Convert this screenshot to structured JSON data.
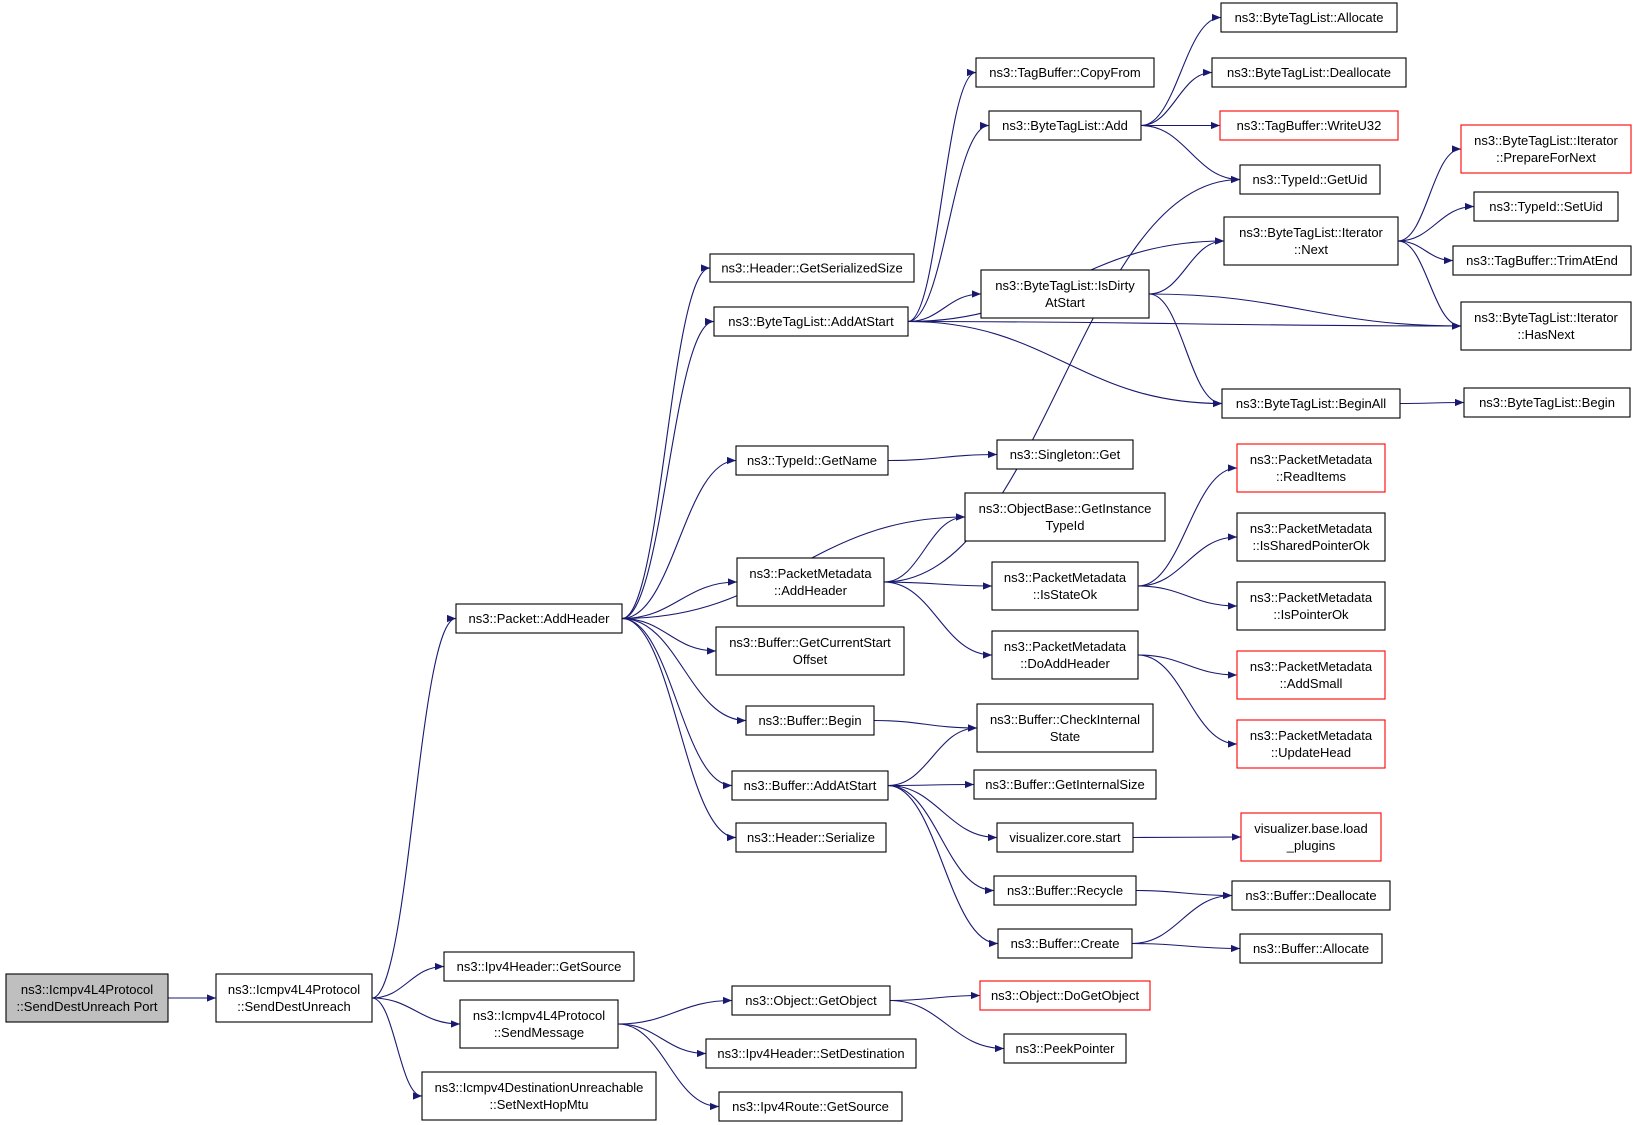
{
  "nodes": [
    {
      "id": "root",
      "lines": [
        "ns3::Icmpv4L4Protocol",
        "::SendDestUnreach Port"
      ],
      "style": "root"
    },
    {
      "id": "sdu",
      "lines": [
        "ns3::Icmpv4L4Protocol",
        "::SendDestUnreach"
      ]
    },
    {
      "id": "addHeader",
      "lines": [
        "ns3::Packet::AddHeader"
      ]
    },
    {
      "id": "ipv4GetSource",
      "lines": [
        "ns3::Ipv4Header::GetSource"
      ]
    },
    {
      "id": "sendMessage",
      "lines": [
        "ns3::Icmpv4L4Protocol",
        "::SendMessage"
      ]
    },
    {
      "id": "setNextHopMtu",
      "lines": [
        "ns3::Icmpv4DestinationUnreachable",
        "::SetNextHopMtu"
      ]
    },
    {
      "id": "hdrGetSerSize",
      "lines": [
        "ns3::Header::GetSerializedSize"
      ]
    },
    {
      "id": "btlAddAtStart",
      "lines": [
        "ns3::ByteTagList::AddAtStart"
      ]
    },
    {
      "id": "typeIdGetName",
      "lines": [
        "ns3::TypeId::GetName"
      ]
    },
    {
      "id": "pmAddHeader",
      "lines": [
        "ns3::PacketMetadata",
        "::AddHeader"
      ]
    },
    {
      "id": "bufGetCurStart",
      "lines": [
        "ns3::Buffer::GetCurrentStart",
        "Offset"
      ]
    },
    {
      "id": "bufBegin",
      "lines": [
        "ns3::Buffer::Begin"
      ]
    },
    {
      "id": "bufAddAtStart",
      "lines": [
        "ns3::Buffer::AddAtStart"
      ]
    },
    {
      "id": "hdrSerialize",
      "lines": [
        "ns3::Header::Serialize"
      ]
    },
    {
      "id": "objGetObject",
      "lines": [
        "ns3::Object::GetObject"
      ]
    },
    {
      "id": "ipv4SetDest",
      "lines": [
        "ns3::Ipv4Header::SetDestination"
      ]
    },
    {
      "id": "routeGetSource",
      "lines": [
        "ns3::Ipv4Route::GetSource"
      ]
    },
    {
      "id": "tbCopyFrom",
      "lines": [
        "ns3::TagBuffer::CopyFrom"
      ]
    },
    {
      "id": "btlAdd",
      "lines": [
        "ns3::ByteTagList::Add"
      ]
    },
    {
      "id": "btlIsDirty",
      "lines": [
        "ns3::ByteTagList::IsDirty",
        "AtStart"
      ]
    },
    {
      "id": "singletonGet",
      "lines": [
        "ns3::Singleton::Get"
      ]
    },
    {
      "id": "objBaseGetInst",
      "lines": [
        "ns3::ObjectBase::GetInstance",
        "TypeId"
      ]
    },
    {
      "id": "pmIsStateOk",
      "lines": [
        "ns3::PacketMetadata",
        "::IsStateOk"
      ]
    },
    {
      "id": "pmDoAddHeader",
      "lines": [
        "ns3::PacketMetadata",
        "::DoAddHeader"
      ]
    },
    {
      "id": "bufCheckInt",
      "lines": [
        "ns3::Buffer::CheckInternal",
        "State"
      ]
    },
    {
      "id": "bufGetIntSize",
      "lines": [
        "ns3::Buffer::GetInternalSize"
      ]
    },
    {
      "id": "vizCoreStart",
      "lines": [
        "visualizer.core.start"
      ]
    },
    {
      "id": "bufRecycle",
      "lines": [
        "ns3::Buffer::Recycle"
      ]
    },
    {
      "id": "bufCreate",
      "lines": [
        "ns3::Buffer::Create"
      ]
    },
    {
      "id": "objDoGetObj",
      "lines": [
        "ns3::Object::DoGetObject"
      ],
      "style": "red"
    },
    {
      "id": "peekPointer",
      "lines": [
        "ns3::PeekPointer"
      ]
    },
    {
      "id": "btlAllocate",
      "lines": [
        "ns3::ByteTagList::Allocate"
      ]
    },
    {
      "id": "btlDeallocate",
      "lines": [
        "ns3::ByteTagList::Deallocate"
      ]
    },
    {
      "id": "tbWriteU32",
      "lines": [
        "ns3::TagBuffer::WriteU32"
      ],
      "style": "red"
    },
    {
      "id": "typeIdGetUid",
      "lines": [
        "ns3::TypeId::GetUid"
      ]
    },
    {
      "id": "btlIterNext",
      "lines": [
        "ns3::ByteTagList::Iterator",
        "::Next"
      ]
    },
    {
      "id": "btlBeginAll",
      "lines": [
        "ns3::ByteTagList::BeginAll"
      ]
    },
    {
      "id": "pmReadItems",
      "lines": [
        "ns3::PacketMetadata",
        "::ReadItems"
      ],
      "style": "red"
    },
    {
      "id": "pmIsSharedPtr",
      "lines": [
        "ns3::PacketMetadata",
        "::IsSharedPointerOk"
      ]
    },
    {
      "id": "pmIsPtrOk",
      "lines": [
        "ns3::PacketMetadata",
        "::IsPointerOk"
      ]
    },
    {
      "id": "pmAddSmall",
      "lines": [
        "ns3::PacketMetadata",
        "::AddSmall"
      ],
      "style": "red"
    },
    {
      "id": "pmUpdateHead",
      "lines": [
        "ns3::PacketMetadata",
        "::UpdateHead"
      ],
      "style": "red"
    },
    {
      "id": "vizLoadPlugins",
      "lines": [
        "visualizer.base.load",
        "_plugins"
      ],
      "style": "red"
    },
    {
      "id": "bufDeallocate",
      "lines": [
        "ns3::Buffer::Deallocate"
      ]
    },
    {
      "id": "bufAllocate",
      "lines": [
        "ns3::Buffer::Allocate"
      ]
    },
    {
      "id": "btlIterPrepare",
      "lines": [
        "ns3::ByteTagList::Iterator",
        "::PrepareForNext"
      ],
      "style": "red"
    },
    {
      "id": "typeIdSetUid",
      "lines": [
        "ns3::TypeId::SetUid"
      ]
    },
    {
      "id": "tbTrimAtEnd",
      "lines": [
        "ns3::TagBuffer::TrimAtEnd"
      ]
    },
    {
      "id": "btlIterHasNext",
      "lines": [
        "ns3::ByteTagList::Iterator",
        "::HasNext"
      ]
    },
    {
      "id": "btlBegin",
      "lines": [
        "ns3::ByteTagList::Begin"
      ]
    }
  ],
  "edges": [
    [
      "root",
      "sdu"
    ],
    [
      "sdu",
      "addHeader"
    ],
    [
      "sdu",
      "ipv4GetSource"
    ],
    [
      "sdu",
      "sendMessage"
    ],
    [
      "sdu",
      "setNextHopMtu"
    ],
    [
      "addHeader",
      "hdrGetSerSize"
    ],
    [
      "addHeader",
      "btlAddAtStart"
    ],
    [
      "addHeader",
      "typeIdGetName"
    ],
    [
      "addHeader",
      "objBaseGetInst"
    ],
    [
      "addHeader",
      "pmAddHeader"
    ],
    [
      "addHeader",
      "bufGetCurStart"
    ],
    [
      "addHeader",
      "bufBegin"
    ],
    [
      "addHeader",
      "bufAddAtStart"
    ],
    [
      "addHeader",
      "hdrSerialize"
    ],
    [
      "sendMessage",
      "objGetObject"
    ],
    [
      "sendMessage",
      "ipv4SetDest"
    ],
    [
      "sendMessage",
      "routeGetSource"
    ],
    [
      "btlAddAtStart",
      "tbCopyFrom"
    ],
    [
      "btlAddAtStart",
      "btlAdd"
    ],
    [
      "btlAddAtStart",
      "btlIterNext"
    ],
    [
      "btlAddAtStart",
      "btlIsDirty"
    ],
    [
      "btlAddAtStart",
      "btlIterHasNext"
    ],
    [
      "btlAddAtStart",
      "btlBeginAll"
    ],
    [
      "typeIdGetName",
      "singletonGet"
    ],
    [
      "pmAddHeader",
      "typeIdGetUid"
    ],
    [
      "pmAddHeader",
      "objBaseGetInst"
    ],
    [
      "pmAddHeader",
      "pmIsStateOk"
    ],
    [
      "pmAddHeader",
      "pmDoAddHeader"
    ],
    [
      "bufBegin",
      "bufCheckInt"
    ],
    [
      "bufAddAtStart",
      "bufCheckInt"
    ],
    [
      "bufAddAtStart",
      "bufGetIntSize"
    ],
    [
      "bufAddAtStart",
      "vizCoreStart"
    ],
    [
      "bufAddAtStart",
      "bufRecycle"
    ],
    [
      "bufAddAtStart",
      "bufCreate"
    ],
    [
      "objGetObject",
      "objDoGetObj"
    ],
    [
      "objGetObject",
      "peekPointer"
    ],
    [
      "btlAdd",
      "btlAllocate"
    ],
    [
      "btlAdd",
      "btlDeallocate"
    ],
    [
      "btlAdd",
      "tbWriteU32"
    ],
    [
      "btlAdd",
      "typeIdGetUid"
    ],
    [
      "btlIsDirty",
      "btlIterNext"
    ],
    [
      "btlIsDirty",
      "btlIterHasNext"
    ],
    [
      "btlIsDirty",
      "btlBeginAll"
    ],
    [
      "btlIterNext",
      "btlIterPrepare"
    ],
    [
      "btlIterNext",
      "typeIdSetUid"
    ],
    [
      "btlIterNext",
      "tbTrimAtEnd"
    ],
    [
      "btlIterNext",
      "btlIterHasNext"
    ],
    [
      "btlBeginAll",
      "btlBegin"
    ],
    [
      "pmIsStateOk",
      "pmReadItems"
    ],
    [
      "pmIsStateOk",
      "pmIsSharedPtr"
    ],
    [
      "pmIsStateOk",
      "pmIsPtrOk"
    ],
    [
      "pmDoAddHeader",
      "pmAddSmall"
    ],
    [
      "pmDoAddHeader",
      "pmUpdateHead"
    ],
    [
      "vizCoreStart",
      "vizLoadPlugins"
    ],
    [
      "bufRecycle",
      "bufDeallocate"
    ],
    [
      "bufCreate",
      "bufDeallocate"
    ],
    [
      "bufCreate",
      "bufAllocate"
    ]
  ]
}
